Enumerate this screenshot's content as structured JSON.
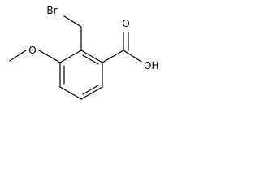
{
  "molecule": {
    "labels": {
      "bromine": "Br",
      "methoxy_oxygen": "O",
      "hydroxyl": "OH",
      "carbonyl_oxygen": "O"
    },
    "bond_color": "#000000",
    "background_color": "#ffffff"
  }
}
